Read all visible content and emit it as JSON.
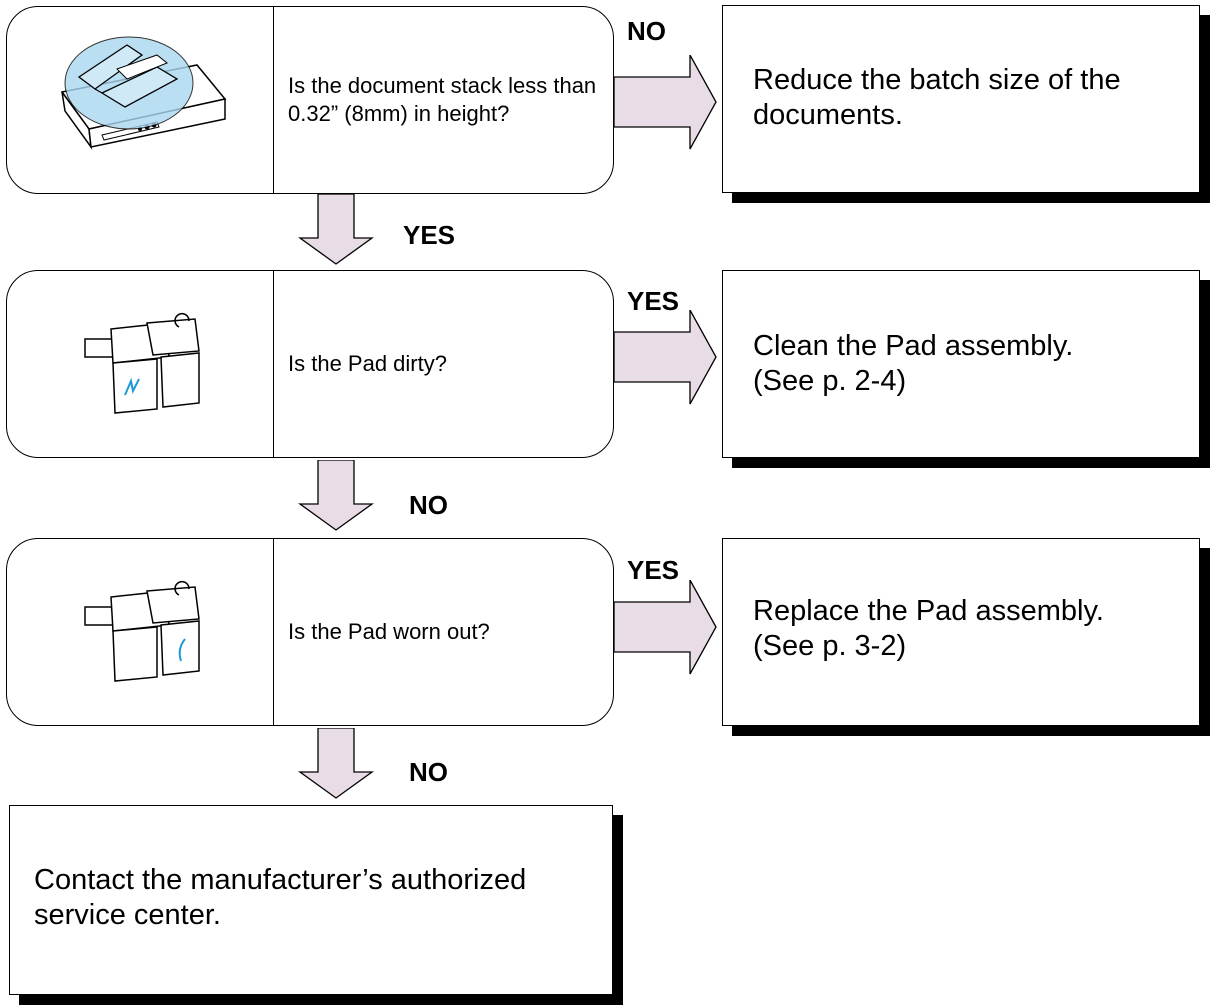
{
  "steps": [
    {
      "question": "Is the document stack less than 0.32” (8mm) in height?",
      "image": "scanner-feeder-illustration",
      "branch_label": "NO",
      "action": "Reduce the batch size of the documents.",
      "next_label": "YES"
    },
    {
      "question": "Is the Pad dirty?",
      "image": "pad-assembly-dirty-illustration",
      "branch_label": "YES",
      "action_line1": "Clean the Pad assembly.",
      "action_line2": "(See p. 2-4)",
      "next_label": "NO"
    },
    {
      "question": "Is the Pad worn out?",
      "image": "pad-assembly-worn-illustration",
      "branch_label": "YES",
      "action_line1": "Replace the Pad assembly.",
      "action_line2": "(See p. 3-2)",
      "next_label": "NO"
    }
  ],
  "final_action": "Contact the manufacturer’s authorized service center.",
  "colors": {
    "arrow_fill": "#e8dce6",
    "highlight": "#aad8f0",
    "accent": "#1a9ad6"
  }
}
